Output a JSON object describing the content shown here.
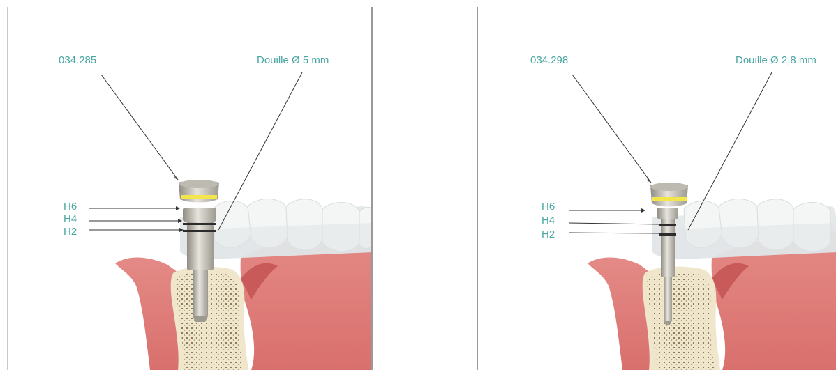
{
  "panels": [
    {
      "part_number": "034.285",
      "sleeve_label": "Douille Ø 5 mm",
      "depth_marks": [
        "H6",
        "H4",
        "H2"
      ]
    },
    {
      "part_number": "034.298",
      "sleeve_label": "Douille Ø 2,8 mm",
      "depth_marks": [
        "H6",
        "H4",
        "H2"
      ]
    }
  ],
  "colors": {
    "label_text": "#49a6a0",
    "gum": "#e07b78",
    "gum_dark": "#c85a5a",
    "bone": "#efe6cc",
    "bone_dots": "#6b5a3a",
    "teeth": "#f4f6f6",
    "guide": "#e3e7e8",
    "metal": "#c9c6bd",
    "ring_yellow": "#f2e64a",
    "divider": "#9a9a9a"
  }
}
